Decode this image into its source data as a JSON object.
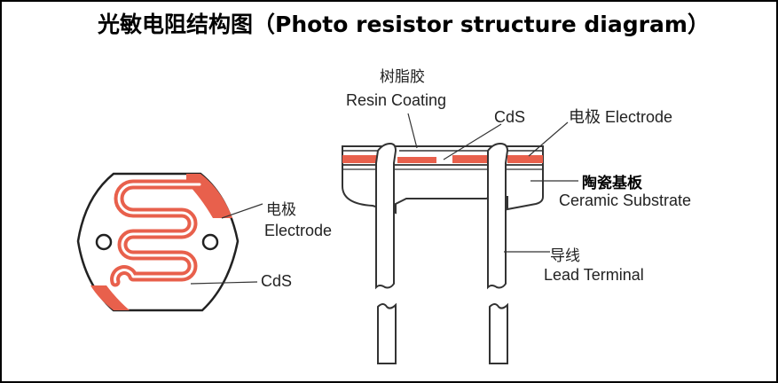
{
  "title": "光敏电阻结构图（Photo resistor structure diagram）",
  "top_view": {
    "electrode_cn": "电极",
    "electrode_en": "Electrode",
    "cds": "CdS"
  },
  "cross_section": {
    "resin_cn": "树脂胶",
    "resin_en": "Resin Coating",
    "cds": "CdS",
    "electrode": "电极 Electrode",
    "substrate_cn": "陶瓷基板",
    "substrate_en": "Ceramic Substrate",
    "lead_cn": "导线",
    "lead_en": "Lead Terminal"
  },
  "colors": {
    "cds_red": "#e8604c",
    "line": "#333333"
  }
}
